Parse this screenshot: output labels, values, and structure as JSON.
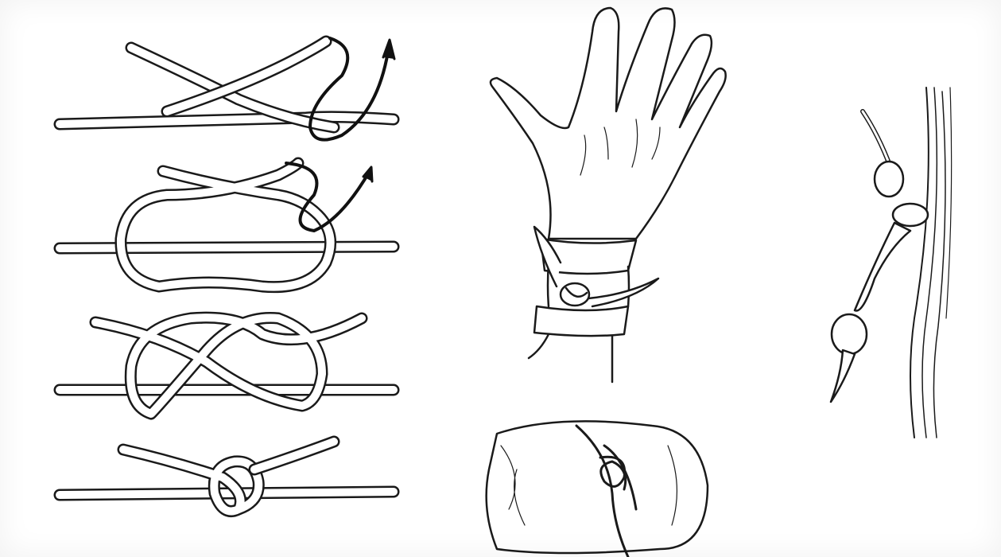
{
  "illustration": {
    "panels": [
      {
        "id": "reef-knot-steps"
      },
      {
        "id": "wrist-bandage"
      },
      {
        "id": "bedroll-tie"
      },
      {
        "id": "rope-hitch"
      }
    ],
    "colors": {
      "ink": "#1a1a1a",
      "rope_fill": "#ffffff",
      "arrow": "#111111",
      "background": "#ffffff"
    }
  }
}
